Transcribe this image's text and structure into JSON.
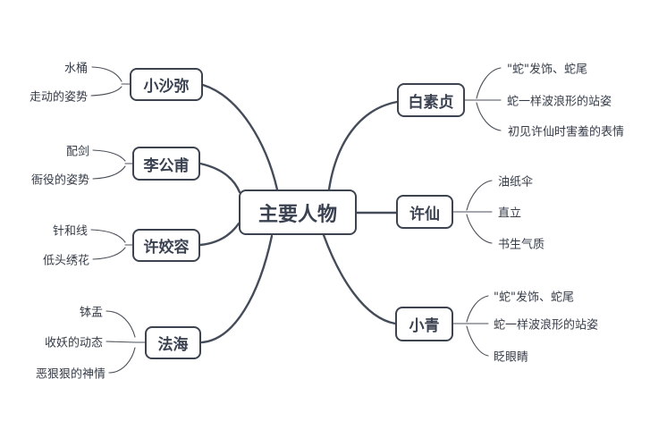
{
  "diagram": {
    "type": "mindmap",
    "root": {
      "label": "主要人物"
    },
    "nodes": [
      {
        "label": "小沙弥",
        "side": "left",
        "attributes": [
          "水桶",
          "走动的姿势"
        ]
      },
      {
        "label": "李公甫",
        "side": "left",
        "attributes": [
          "配剑",
          "衙役的姿势"
        ]
      },
      {
        "label": "许姣容",
        "side": "left",
        "attributes": [
          "针和线",
          "低头绣花"
        ]
      },
      {
        "label": "法海",
        "side": "left",
        "attributes": [
          "钵盂",
          "收妖的动态",
          "恶狠狠的神情"
        ]
      },
      {
        "label": "白素贞",
        "side": "right",
        "attributes": [
          "\"蛇\"发饰、蛇尾",
          "蛇一样波浪形的站姿",
          "初见许仙时害羞的表情"
        ]
      },
      {
        "label": "许仙",
        "side": "right",
        "attributes": [
          "油纸伞",
          "直立",
          "书生气质"
        ]
      },
      {
        "label": "小青",
        "side": "right",
        "attributes": [
          "\"蛇\"发饰、蛇尾",
          "蛇一样波浪形的站姿",
          "眨眼睛"
        ]
      }
    ],
    "colors": {
      "background": "#ffffff",
      "node_border": "#3d4450",
      "node_text": "#3a4150",
      "branch_line": "#454c59",
      "sub_line": "#4a5058"
    }
  }
}
